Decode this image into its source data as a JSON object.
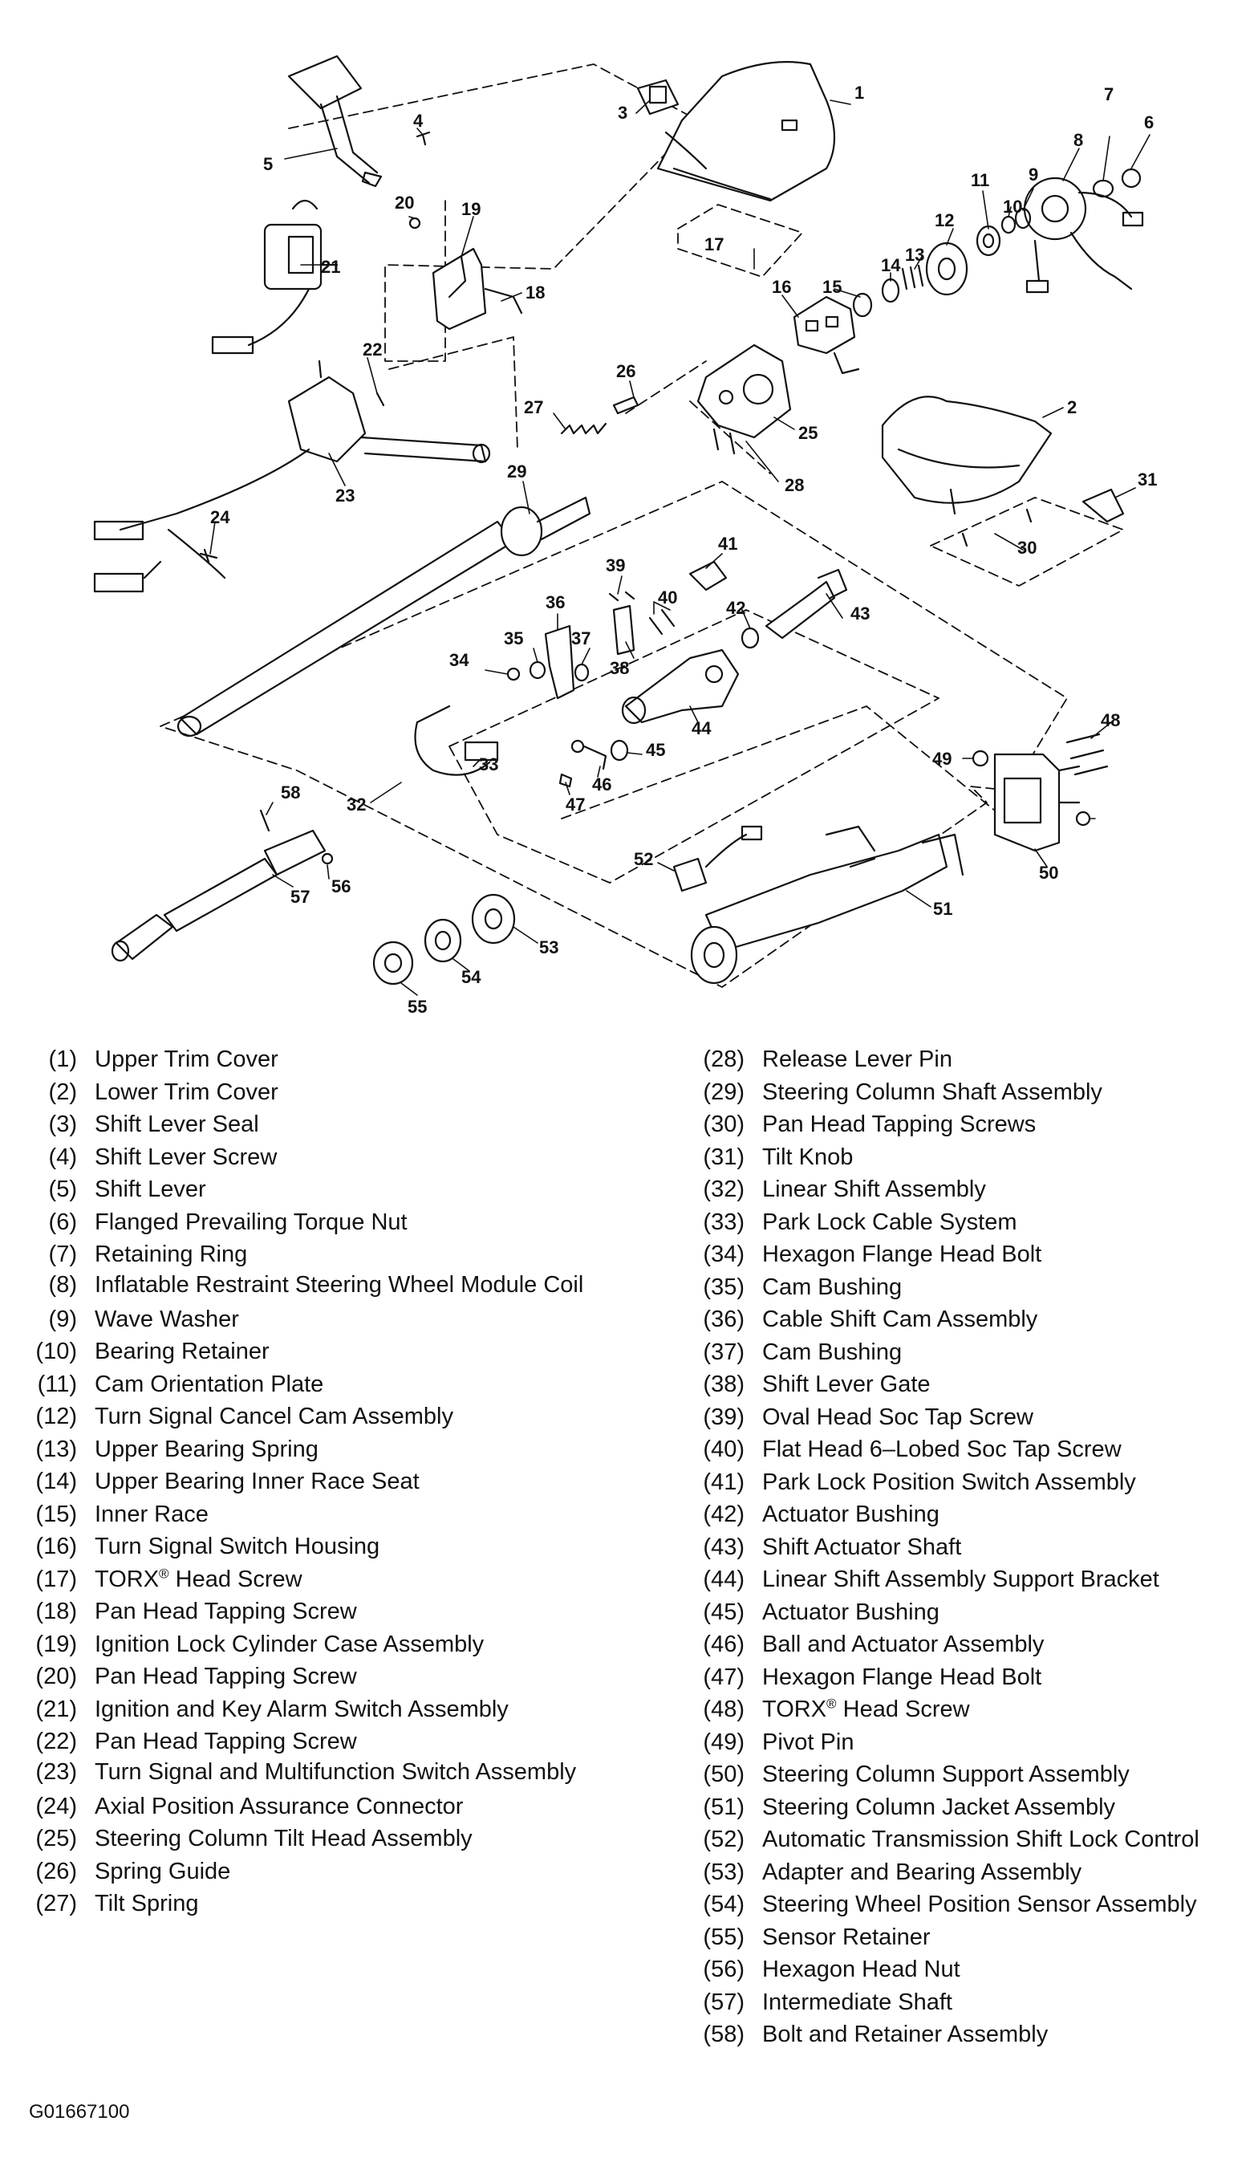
{
  "figure_id": "G01667100",
  "legend_left": [
    {
      "num": "(1)",
      "label": "Upper Trim Cover"
    },
    {
      "num": "(2)",
      "label": "Lower Trim Cover"
    },
    {
      "num": "(3)",
      "label": "Shift Lever Seal"
    },
    {
      "num": "(4)",
      "label": "Shift Lever Screw"
    },
    {
      "num": "(5)",
      "label": "Shift Lever"
    },
    {
      "num": "(6)",
      "label": "Flanged Prevailing Torque Nut"
    },
    {
      "num": "(7)",
      "label": "Retaining Ring"
    },
    {
      "num": "(8)",
      "label": "Inflatable Restraint Steering Wheel Module Coil"
    },
    {
      "num": "(9)",
      "label": "Wave Washer"
    },
    {
      "num": "(10)",
      "label": "Bearing Retainer"
    },
    {
      "num": "(11)",
      "label": "Cam Orientation Plate"
    },
    {
      "num": "(12)",
      "label": "Turn Signal Cancel Cam Assembly"
    },
    {
      "num": "(13)",
      "label": "Upper Bearing Spring"
    },
    {
      "num": "(14)",
      "label": "Upper Bearing Inner Race Seat"
    },
    {
      "num": "(15)",
      "label": "Inner Race"
    },
    {
      "num": "(16)",
      "label": "Turn Signal Switch Housing"
    },
    {
      "num": "(17)",
      "label": "TORX® Head Screw"
    },
    {
      "num": "(18)",
      "label": "Pan Head Tapping Screw"
    },
    {
      "num": "(19)",
      "label": "Ignition Lock Cylinder Case Assembly"
    },
    {
      "num": "(20)",
      "label": "Pan Head Tapping Screw"
    },
    {
      "num": "(21)",
      "label": "Ignition and Key Alarm Switch Assembly"
    },
    {
      "num": "(22)",
      "label": "Pan Head Tapping Screw"
    },
    {
      "num": "(23)",
      "label": "Turn Signal and Multifunction Switch Assembly"
    },
    {
      "num": "(24)",
      "label": "Axial Position Assurance Connector"
    },
    {
      "num": "(25)",
      "label": "Steering Column Tilt Head Assembly"
    },
    {
      "num": "(26)",
      "label": "Spring Guide"
    },
    {
      "num": "(27)",
      "label": "Tilt Spring"
    }
  ],
  "legend_right": [
    {
      "num": "(28)",
      "label": "Release Lever Pin"
    },
    {
      "num": "(29)",
      "label": "Steering Column Shaft Assembly"
    },
    {
      "num": "(30)",
      "label": "Pan Head Tapping Screws"
    },
    {
      "num": "(31)",
      "label": "Tilt Knob"
    },
    {
      "num": "(32)",
      "label": "Linear Shift Assembly"
    },
    {
      "num": "(33)",
      "label": "Park Lock Cable System"
    },
    {
      "num": "(34)",
      "label": "Hexagon Flange Head Bolt"
    },
    {
      "num": "(35)",
      "label": "Cam Bushing"
    },
    {
      "num": "(36)",
      "label": "Cable Shift Cam Assembly"
    },
    {
      "num": "(37)",
      "label": "Cam Bushing"
    },
    {
      "num": "(38)",
      "label": "Shift Lever Gate"
    },
    {
      "num": "(39)",
      "label": "Oval Head Soc Tap Screw"
    },
    {
      "num": "(40)",
      "label": "Flat Head 6–Lobed Soc Tap Screw"
    },
    {
      "num": "(41)",
      "label": "Park Lock Position Switch Assembly"
    },
    {
      "num": "(42)",
      "label": "Actuator Bushing"
    },
    {
      "num": "(43)",
      "label": "Shift Actuator Shaft"
    },
    {
      "num": "(44)",
      "label": "Linear Shift Assembly Support Bracket"
    },
    {
      "num": "(45)",
      "label": "Actuator Bushing"
    },
    {
      "num": "(46)",
      "label": "Ball and Actuator Assembly"
    },
    {
      "num": "(47)",
      "label": "Hexagon Flange Head Bolt"
    },
    {
      "num": "(48)",
      "label": "TORX® Head Screw"
    },
    {
      "num": "(49)",
      "label": "Pivot Pin"
    },
    {
      "num": "(50)",
      "label": "Steering Column Support Assembly"
    },
    {
      "num": "(51)",
      "label": "Steering Column Jacket Assembly"
    },
    {
      "num": "(52)",
      "label": "Automatic Transmission Shift Lock Control"
    },
    {
      "num": "(53)",
      "label": "Adapter and Bearing Assembly"
    },
    {
      "num": "(54)",
      "label": "Steering Wheel Position Sensor Assembly"
    },
    {
      "num": "(55)",
      "label": "Sensor Retainer"
    },
    {
      "num": "(56)",
      "label": "Hexagon Head Nut"
    },
    {
      "num": "(57)",
      "label": "Intermediate Shaft"
    },
    {
      "num": "(58)",
      "label": "Bolt and Retainer Assembly"
    }
  ],
  "callouts": [
    "1",
    "2",
    "3",
    "4",
    "5",
    "6",
    "7",
    "8",
    "9",
    "10",
    "11",
    "12",
    "13",
    "14",
    "15",
    "16",
    "17",
    "18",
    "19",
    "20",
    "21",
    "22",
    "23",
    "24",
    "25",
    "26",
    "27",
    "28",
    "29",
    "30",
    "31",
    "32",
    "33",
    "34",
    "35",
    "36",
    "37",
    "38",
    "39",
    "40",
    "41",
    "42",
    "43",
    "44",
    "45",
    "46",
    "47",
    "48",
    "49",
    "50",
    "51",
    "52",
    "53",
    "54",
    "55",
    "56",
    "57",
    "58"
  ]
}
